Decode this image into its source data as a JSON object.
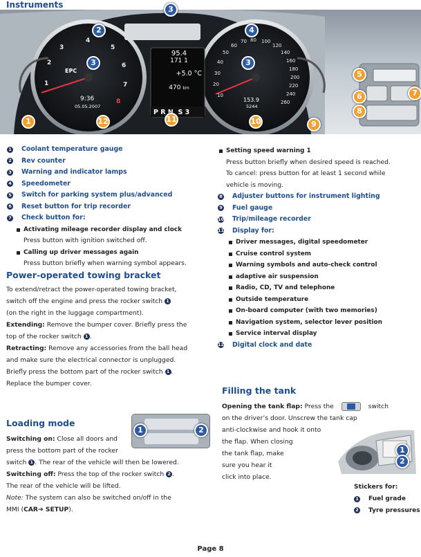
{
  "header": {
    "title": "Instruments"
  },
  "cluster": {
    "badges": [
      "1",
      "2",
      "3",
      "3",
      "3",
      "4",
      "5",
      "6",
      "7",
      "8",
      "9",
      "10",
      "11",
      "12"
    ],
    "display": {
      "odometer_top": "95.4",
      "odometer_bottom": "171 1",
      "temperature": "+5.0 °C",
      "range": "470",
      "range_unit": "km",
      "gear": "P R N  S 3",
      "clock": "9:36",
      "date": "05.05.2007",
      "trip": "153.9",
      "total": "5244"
    },
    "speedo_ticks": [
      "10",
      "20",
      "30",
      "40",
      "50",
      "60",
      "70",
      "80",
      "100",
      "120",
      "140",
      "160",
      "180",
      "200",
      "220",
      "240",
      "260"
    ],
    "rev_ticks": [
      "1",
      "2",
      "3",
      "4",
      "5",
      "6",
      "7",
      "8"
    ],
    "epc": "EPC"
  },
  "legend_left": [
    {
      "n": "1",
      "label": "Coolant temperature gauge"
    },
    {
      "n": "2",
      "label": "Rev counter"
    },
    {
      "n": "3",
      "label": "Warning and indicator lamps"
    },
    {
      "n": "4",
      "label": "Speedometer"
    },
    {
      "n": "5",
      "label": "Switch for parking system plus/advanced"
    },
    {
      "n": "6",
      "label": "Reset button for trip recorder"
    },
    {
      "n": "7",
      "label": "Check button for:"
    }
  ],
  "check_button": {
    "sub1": "Activating mileage recorder display and clock",
    "sub1_text": "Press button with ignition switched off.",
    "sub2": "Calling up driver messages again",
    "sub2_text": "Press button briefly when warning symbol appears."
  },
  "right_column": {
    "setting_speed": "Setting speed warning 1",
    "setting_speed_lines": [
      "Press button briefly when desired speed is reached.",
      "To cancel: press button for at least 1 second while",
      "vehicle is moving."
    ],
    "legend": [
      {
        "n": "8",
        "label": "Adjuster buttons for instrument lighting"
      },
      {
        "n": "9",
        "label": "Fuel gauge"
      },
      {
        "n": "10",
        "label": "Trip/mileage recorder"
      },
      {
        "n": "11",
        "label": "Display for:"
      }
    ],
    "display_items": [
      "Driver messages, digital speedometer",
      "Cruise control system",
      "Warning symbols and auto-check control",
      "adaptive air suspension",
      "Radio, CD, TV and telephone",
      "Outside temperature",
      "On-board computer (with two memories)",
      "Navigation system, selector lever position",
      "Service interval display"
    ],
    "last": {
      "n": "12",
      "label": "Digital clock and date"
    }
  },
  "towing": {
    "title": "Power-operated towing bracket",
    "lines": [
      "To extend/retract the power-operated towing bracket,",
      "switch off the engine and press the rocker switch",
      "(on the right in the luggage compartment)."
    ],
    "extending_label": "Extending:",
    "extending_1": " Remove the bumper cover. Briefly press the",
    "extending_2": "top of the rocker switch",
    "retracting_label": "Retracting:",
    "retracting_1": " Remove any accessories from the ball head",
    "retracting_2": "and make sure the electrical connector is unplugged.",
    "retracting_3": "Briefly press the bottom part of the rocker switch",
    "retracting_4": "Replace the bumper cover."
  },
  "loading": {
    "title": "Loading mode",
    "on_label": "Switching on:",
    "on_1": " Close all doors and",
    "on_2": "press the bottom part of the rocker",
    "on_3a": "switch",
    "on_3b": ". The rear of the vehicle will then be lowered.",
    "off_label": "Switching off:",
    "off_1": " Press the top of the rocker switch",
    "off_2": "The rear of the vehicle will be lifted.",
    "note_label": "Note:",
    "note_1": " The system can also be switched on/off in the",
    "note_2a": "MMI (",
    "note_2b": "CAR➔ SETUP",
    "note_2c": ")."
  },
  "tank": {
    "title": "Filling the tank",
    "opening_label": "Opening the tank flap:",
    "opening_1a": " Press the",
    "opening_1b": "switch",
    "lines": [
      "on the driver’s door. Unscrew the tank cap",
      "anti-clockwise and hook it onto",
      "the flap. When closing",
      "the tank flap, make",
      "sure you hear it",
      "click into place."
    ],
    "stickers_title": "Stickers for:",
    "stickers": [
      {
        "n": "1",
        "label": "Fuel grade"
      },
      {
        "n": "2",
        "label": "Tyre pressures"
      }
    ]
  },
  "footer": {
    "page": "Page 8"
  }
}
